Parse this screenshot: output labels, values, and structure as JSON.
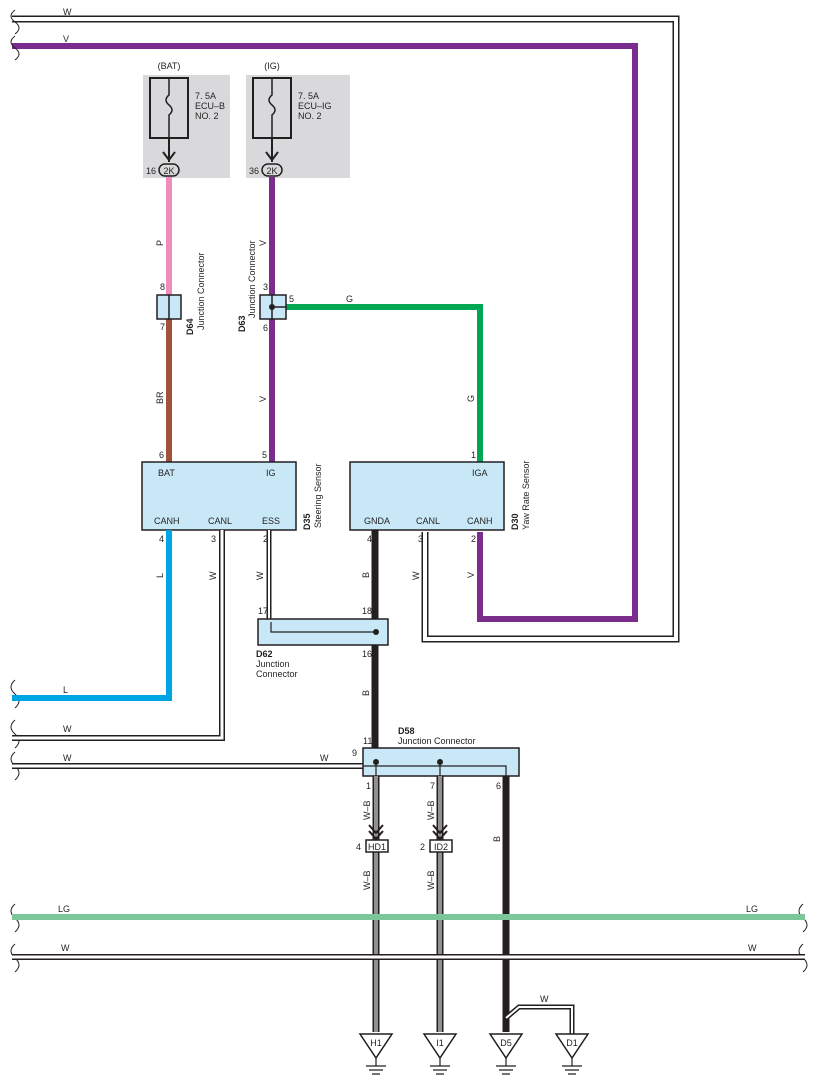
{
  "colors": {
    "V": "#7b2d8e",
    "P": "#f08cbc",
    "BR": "#a0523c",
    "G": "#00a651",
    "L": "#00a6e3",
    "B": "#231f20",
    "LG": "#7cc79a",
    "W": "#ffffff",
    "box_fill": "#c9e8f7",
    "fuse_bg": "#d9d9db"
  },
  "fuses": {
    "bat": {
      "title": "(BAT)",
      "rating": "7. 5A",
      "name1": "ECU–B",
      "name2": "NO. 2",
      "pin": "16",
      "conn": "2K"
    },
    "ig": {
      "title": "(IG)",
      "rating": "7. 5A",
      "name1": "ECU–IG",
      "name2": "NO. 2",
      "pin": "36",
      "conn": "2K"
    }
  },
  "components": {
    "d64": {
      "id": "D64",
      "desc": "Junction Connector",
      "pin_top": "8",
      "pin_bottom": "7"
    },
    "d63": {
      "id": "D63",
      "desc": "Junction Connector",
      "pin_top": "3",
      "pin_right": "5",
      "pin_bottom": "6"
    },
    "d35": {
      "id": "D35",
      "desc": "Steering Sensor",
      "bat": "BAT",
      "ig": "IG",
      "canh": "CANH",
      "canl": "CANL",
      "ess": "ESS",
      "pin_bat": "6",
      "pin_ig": "5",
      "pin_canh": "4",
      "pin_canl": "3",
      "pin_ess": "2"
    },
    "d30": {
      "id": "D30",
      "desc": "Yaw Rate Sensor",
      "iga": "IGA",
      "gnda": "GNDA",
      "canl": "CANL",
      "canh": "CANH",
      "pin_iga": "1",
      "pin_gnda": "4",
      "pin_canl": "3",
      "pin_canh": "2"
    },
    "d62": {
      "id": "D62",
      "desc1": "Junction",
      "desc2": "Connector",
      "pin_17": "17",
      "pin_18": "18",
      "pin_16": "16"
    },
    "d58": {
      "id": "D58",
      "desc": "Junction Connector",
      "pin_11": "11",
      "pin_9": "9",
      "pin_1": "1",
      "pin_7": "7",
      "pin_6": "6"
    }
  },
  "connectors": {
    "hd1": {
      "id": "HD1",
      "pin": "4"
    },
    "id2": {
      "id": "ID2",
      "pin": "2"
    }
  },
  "grounds": [
    "H1",
    "I1",
    "D5",
    "D1"
  ],
  "wires": {
    "top_w": "W",
    "top_v": "V",
    "p": "P",
    "v_ig": "V",
    "br": "BR",
    "v_d63": "V",
    "g_h": "G",
    "g_v": "G",
    "d35_canl": "W",
    "d35_ess": "W",
    "d30_gnda": "B",
    "d30_canl": "W",
    "d30_canh": "V",
    "d62_b": "B",
    "l_left": "L",
    "w_left1": "W",
    "w_left2": "W",
    "w_d58": "W",
    "wb1": "W–B",
    "wb2": "W–B",
    "wb3": "W–B",
    "wb4": "W–B",
    "b_d58": "B",
    "lg_left": "LG",
    "lg_right": "LG",
    "w_bot_left": "W",
    "w_bot_right": "W",
    "w_gnd": "W"
  }
}
